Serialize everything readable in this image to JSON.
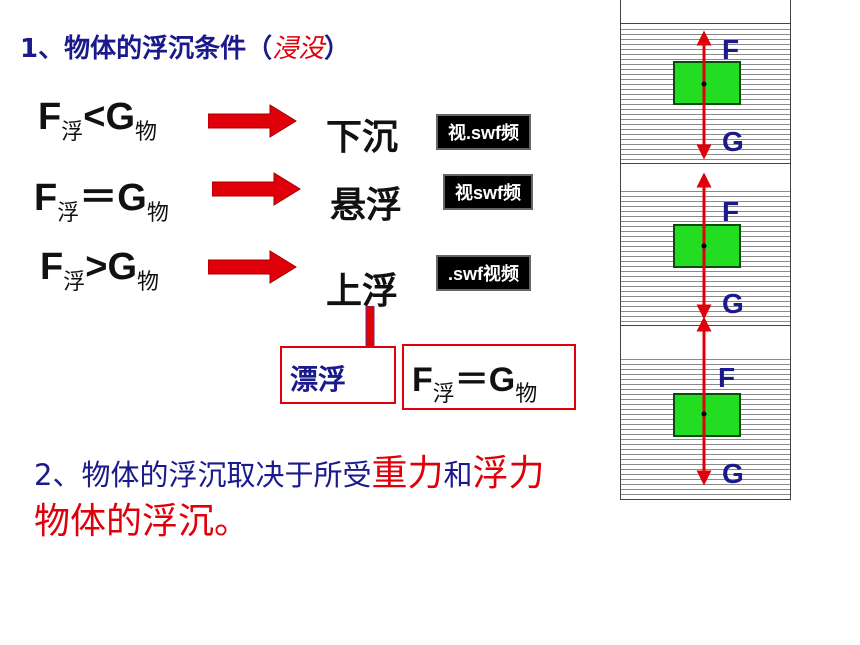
{
  "heading1": {
    "prefix": "1、物体的浮沉条件（",
    "italic": "浸没",
    "suffix": "）"
  },
  "rows": [
    {
      "f": "F",
      "f_sub": "浮",
      "op": "<",
      "g": "G",
      "g_sub": "物",
      "result": "下沉",
      "video": "视.swf频"
    },
    {
      "f": "F",
      "f_sub": "浮",
      "op": "＝",
      "g": "G",
      "g_sub": "物",
      "result": "悬浮",
      "video": "视swf频"
    },
    {
      "f": "F",
      "f_sub": "浮",
      "op": ">",
      "g": "G",
      "g_sub": "物",
      "result": "上浮",
      "video": ".swf视频"
    }
  ],
  "piaofu": {
    "label": "漂浮",
    "f": "F",
    "f_sub": "浮",
    "op": "＝",
    "g": "G",
    "g_sub": "物"
  },
  "conclusion": {
    "p1": "2、物体的浮沉取决于所受",
    "hl1": "重力",
    "p2": "和",
    "hl2": "浮力",
    "line2": "物体的浮沉。"
  },
  "diagram": {
    "force_up_label": "F",
    "force_down_label": "G",
    "colors": {
      "block": "#22dd22",
      "arrow": "#e0000a",
      "label": "#1a1a8c"
    }
  },
  "colors": {
    "heading": "#1a1a8c",
    "accent": "#e0000a",
    "text": "#111111"
  }
}
